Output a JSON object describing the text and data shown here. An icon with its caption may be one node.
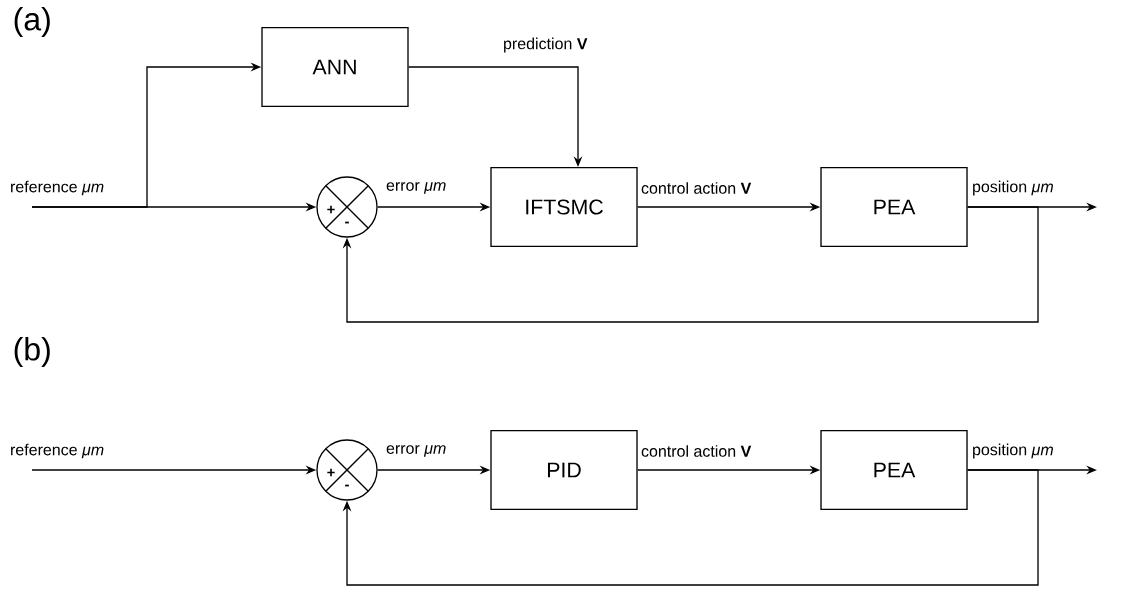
{
  "diagram": {
    "nodes": [
      {
        "text": [
          "ANN"
        ]
      },
      {
        "text": [
          "+",
          "-"
        ]
      },
      {
        "text": [
          "IFTSMC"
        ]
      },
      {
        "text": [
          "PEA"
        ]
      },
      {
        "text": [
          "+",
          "-"
        ]
      },
      {
        "text": [
          "PID"
        ]
      },
      {
        "text": [
          "PEA"
        ]
      }
    ],
    "edges": [
      {
        "from": null,
        "to": 0,
        "arrow": "to",
        "label": "reference *μm*"
      },
      {
        "from": null,
        "to": 1,
        "arrow": "to"
      },
      {
        "from": 0,
        "to": 2,
        "arrow": "to",
        "label": "prediction **V**"
      },
      {
        "from": 1,
        "to": 2,
        "arrow": "to",
        "label": "error  *μm*"
      },
      {
        "from": 2,
        "to": 3,
        "arrow": "to",
        "label": "control action **V**"
      },
      {
        "from": 3,
        "to": null,
        "arrow": "to",
        "label": "position *μm*"
      },
      {
        "from": 3,
        "to": 1,
        "arrow": "to"
      },
      {
        "from": null,
        "to": 4,
        "arrow": "to",
        "label": "reference *μm*"
      },
      {
        "from": 4,
        "to": 5,
        "arrow": "to",
        "label": "error  *μm*"
      },
      {
        "from": 5,
        "to": 6,
        "arrow": "to",
        "label": "control action **V**"
      },
      {
        "from": 6,
        "to": null,
        "arrow": "to",
        "label": "position *μm*"
      },
      {
        "from": 6,
        "to": 4,
        "arrow": "to"
      }
    ],
    "labels": [
      "(a)",
      "(b)"
    ]
  }
}
